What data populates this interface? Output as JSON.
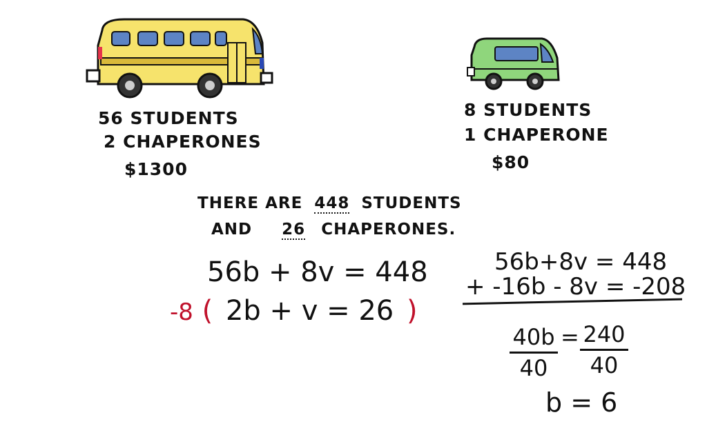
{
  "bus": {
    "students": "56 STUDENTS",
    "chaperones": "2 CHAPERONES",
    "cost": "$1300",
    "colors": {
      "body": "#f6e36c",
      "stripe": "#d9b93a",
      "window": "#5d84c4",
      "tail": "#e6334b",
      "front": "#2a48b4"
    }
  },
  "van": {
    "students": "8 STUDENTS",
    "chaperones": "1 CHAPERONE",
    "cost": "$80",
    "colors": {
      "body": "#8fd67c",
      "window": "#5d84c4"
    }
  },
  "statement": {
    "prefix": "THERE ARE",
    "students_count": "448",
    "students_word": "STUDENTS",
    "and_word": "AND",
    "chaperones_count": "26",
    "chaperones_word": "CHAPERONES."
  },
  "system": {
    "eq1": "56b + 8v = 448",
    "multiplier": "-8",
    "open_paren": "(",
    "eq2": "2b + v = 26",
    "close_paren": ")"
  },
  "elimination": {
    "line1": "56b+8v = 448",
    "line2": "+ -16b - 8v = -208",
    "lhs_num": "40b",
    "lhs_den": "40",
    "equals": "=",
    "rhs_num": "240",
    "rhs_den": "40",
    "result": "b = 6"
  }
}
